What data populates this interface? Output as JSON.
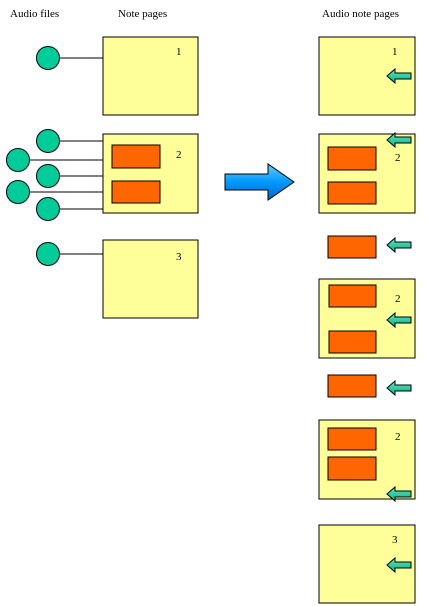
{
  "headers": {
    "audio_files": "Audio files",
    "note_pages": "Note pages",
    "audio_note_pages": "Audio note pages"
  },
  "left_pages": [
    {
      "label": "1"
    },
    {
      "label": "2"
    },
    {
      "label": "3"
    }
  ],
  "right_pages": [
    {
      "label": "1"
    },
    {
      "label": "2"
    },
    {
      "label": "2"
    },
    {
      "label": "2"
    },
    {
      "label": "3"
    }
  ],
  "colors": {
    "page_fill": "#ffff99",
    "page_stroke": "#000000",
    "audio_circle": "#00cc99",
    "note_block": "#ff6600",
    "arrow_blue": "#0099ff",
    "arrow_green": "#00cc99"
  }
}
